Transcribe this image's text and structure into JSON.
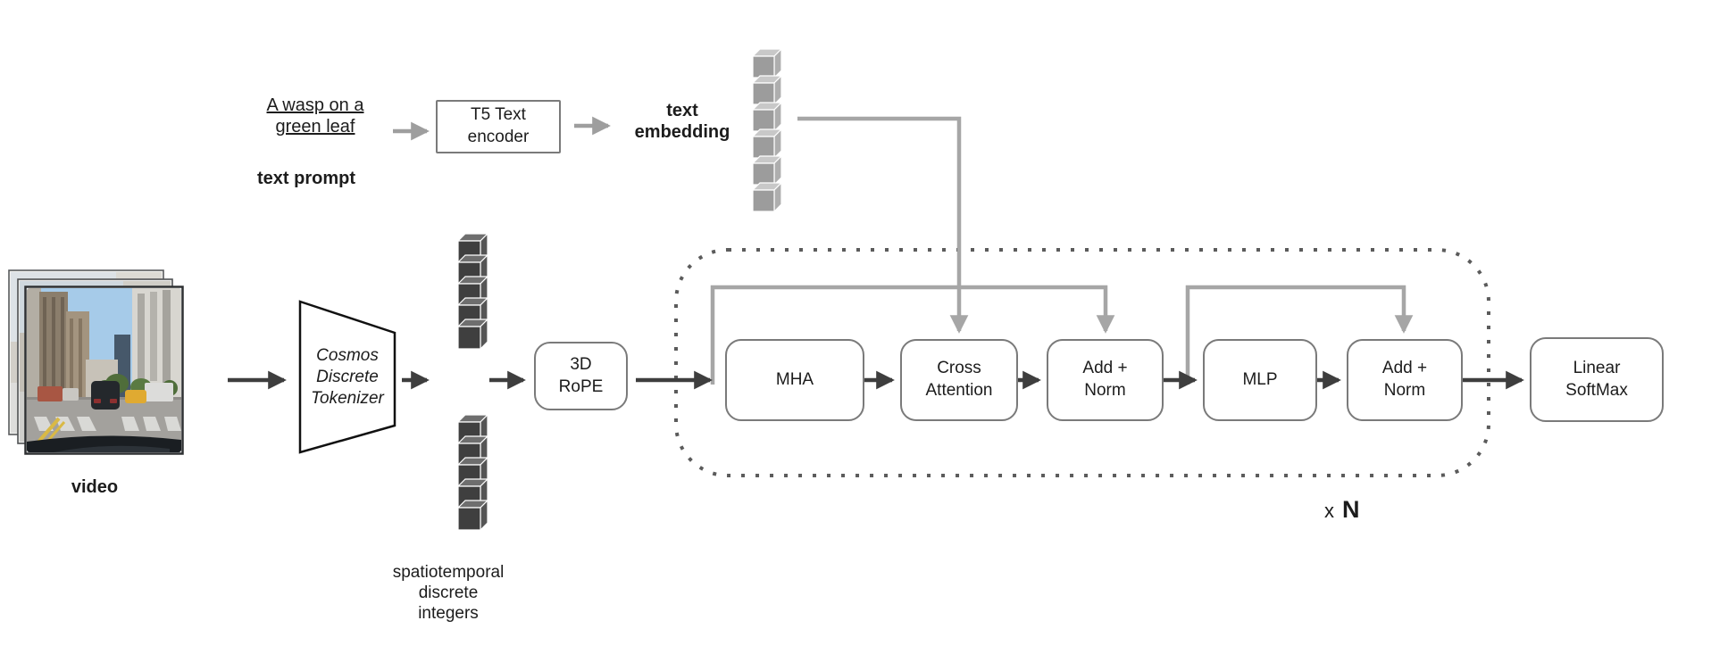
{
  "colors": {
    "arrow_dark": "#3e3e3e",
    "arrow_gray": "#9e9e9e",
    "skip_gray": "#a6a6a6",
    "box_border": "#7a7a7a",
    "dotted_border": "#5b5b5b",
    "text": "#1c1c1c"
  },
  "prompt": {
    "value": "A wasp on a\ngreen leaf",
    "caption": "text prompt"
  },
  "t5": {
    "label": "T5 Text\nencoder"
  },
  "embedding": {
    "label": "text\nembedding",
    "cubes": {
      "count": 6,
      "front": "#9c9c9c",
      "top": "#c8c8c8",
      "side": "#aeaeae"
    }
  },
  "video": {
    "caption": "video"
  },
  "tokenizer": {
    "label": "Cosmos\nDiscrete\nTokenizer"
  },
  "tokens": {
    "caption": "spatiotemporal\ndiscrete\nintegers",
    "stack_top": {
      "count": 5,
      "front": "#3f3f3f",
      "top": "#6e6e6e",
      "side": "#555555"
    },
    "stack_bottom": {
      "count": 5,
      "front": "#3f3f3f",
      "top": "#6e6e6e",
      "side": "#555555"
    }
  },
  "rope": {
    "label": "3D\nRoPE"
  },
  "transformer": {
    "blocks": [
      {
        "label": "MHA"
      },
      {
        "label": "Cross\nAttention"
      },
      {
        "label": "Add +\nNorm"
      },
      {
        "label": "MLP"
      },
      {
        "label": "Add +\nNorm"
      }
    ],
    "repeat": {
      "prefix": "x",
      "count": "N"
    }
  },
  "output": {
    "label": "Linear\nSoftMax"
  }
}
